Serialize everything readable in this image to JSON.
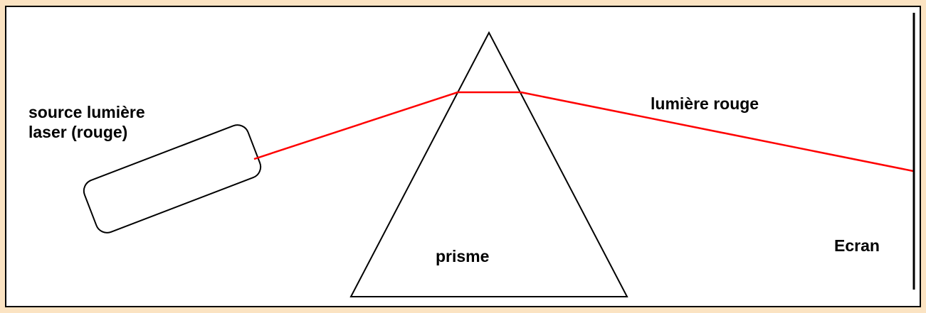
{
  "labels": {
    "source_line1": "source lumière",
    "source_line2": "laser (rouge)",
    "light": "lumière rouge",
    "prism": "prisme",
    "screen": "Ecran"
  },
  "colors": {
    "frame_border": "#fbe3c2",
    "beam": "#ff0000",
    "outline": "#000000",
    "background": "#ffffff"
  }
}
